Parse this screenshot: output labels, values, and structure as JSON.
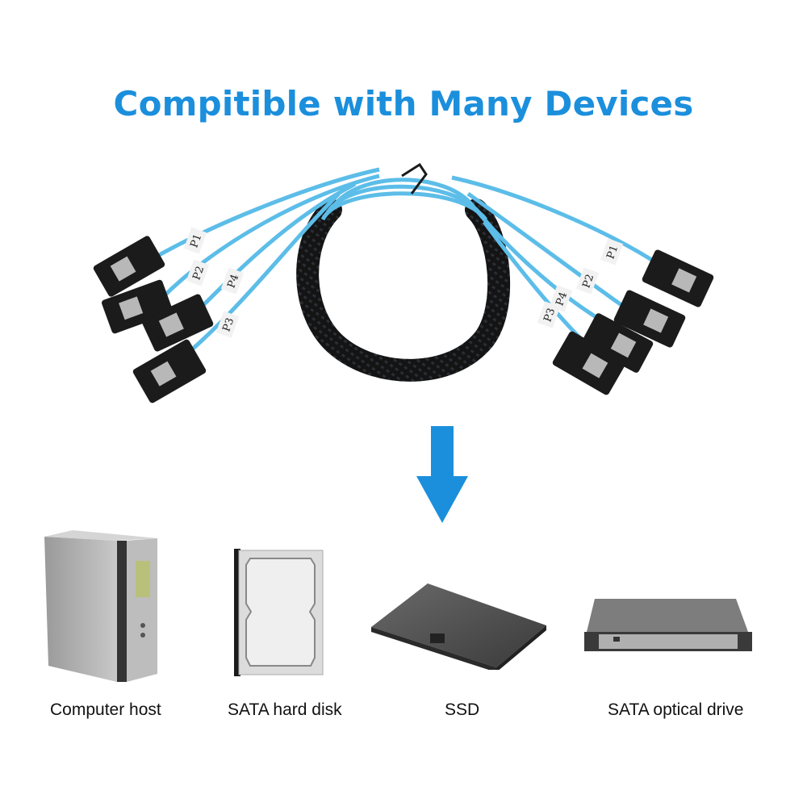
{
  "header": {
    "title": "Compitible with Many Devices"
  },
  "colors": {
    "title": "#1b8fdc",
    "arrow": "#1b8fdc",
    "cable_blue": "#5cbde8",
    "connector": "#1b1b1b",
    "sleeve": "#151515"
  },
  "cable": {
    "left_labels": [
      "P1",
      "P2",
      "P4",
      "P3"
    ],
    "right_labels": [
      "P1",
      "P2",
      "P4",
      "P3"
    ]
  },
  "arrow": {
    "icon": "arrow-down-icon"
  },
  "devices": [
    {
      "name": "computer-host",
      "label": "Computer host"
    },
    {
      "name": "sata-hard-disk",
      "label": "SATA hard disk"
    },
    {
      "name": "ssd",
      "label": "SSD"
    },
    {
      "name": "sata-optical-drive",
      "label": "SATA optical drive"
    }
  ]
}
